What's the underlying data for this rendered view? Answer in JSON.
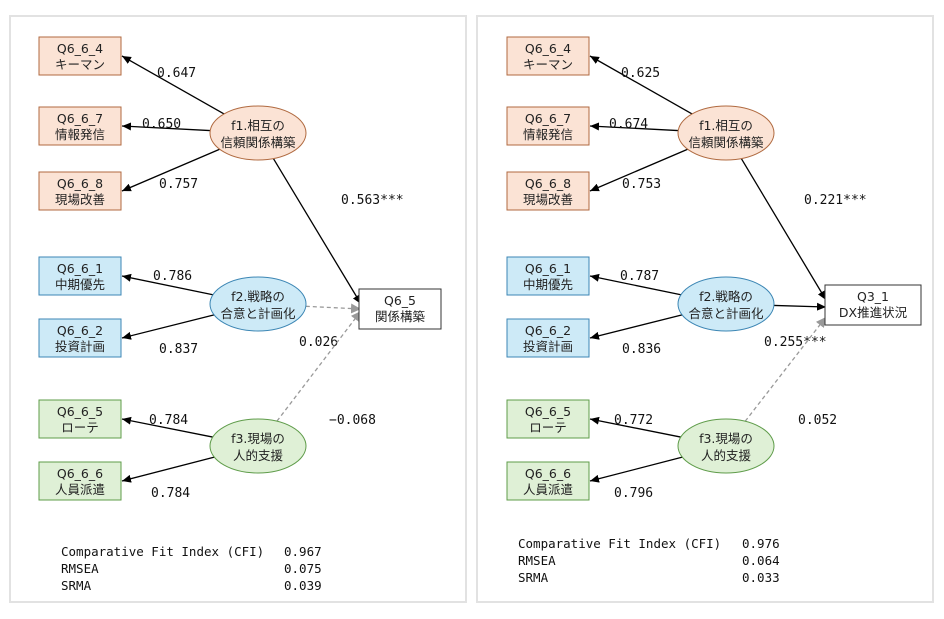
{
  "colors": {
    "f1_fill": "#fbe3d5",
    "f1_stroke": "#b06a40",
    "f2_fill": "#cdeaf7",
    "f2_stroke": "#3c86b4",
    "f3_fill": "#dff0d6",
    "f3_stroke": "#5f9c4a",
    "outcome_fill": "#ffffff",
    "outcome_stroke": "#333333",
    "solid_path": "#000000",
    "dashed_path": "#999999"
  },
  "panels": [
    {
      "factors": [
        {
          "label1": "f1.相互の",
          "label2": "信頼関係構築"
        },
        {
          "label1": "f2.戦略の",
          "label2": "合意と計画化"
        },
        {
          "label1": "f3.現場の",
          "label2": "人的支援"
        }
      ],
      "indicators": [
        {
          "code": "Q6_6_4",
          "label": "キーマン",
          "loading": "0.647"
        },
        {
          "code": "Q6_6_7",
          "label": "情報発信",
          "loading": "0.650"
        },
        {
          "code": "Q6_6_8",
          "label": "現場改善",
          "loading": "0.757"
        },
        {
          "code": "Q6_6_1",
          "label": "中期優先",
          "loading": "0.786"
        },
        {
          "code": "Q6_6_2",
          "label": "投資計画",
          "loading": "0.837"
        },
        {
          "code": "Q6_6_5",
          "label": "ローテ",
          "loading": "0.784"
        },
        {
          "code": "Q6_6_6",
          "label": "人員派遣",
          "loading": "0.784"
        }
      ],
      "outcome": {
        "code": "Q6_5",
        "label": "関係構築"
      },
      "paths": [
        {
          "coef": "0.563***",
          "significant": true
        },
        {
          "coef": "0.026",
          "significant": false
        },
        {
          "coef": "−0.068",
          "significant": false
        }
      ],
      "fit": [
        {
          "name": "Comparative Fit Index (CFI)",
          "value": "0.967"
        },
        {
          "name": "RMSEA",
          "value": "0.075"
        },
        {
          "name": "SRMA",
          "value": "0.039"
        }
      ]
    },
    {
      "factors": [
        {
          "label1": "f1.相互の",
          "label2": "信頼関係構築"
        },
        {
          "label1": "f2.戦略の",
          "label2": "合意と計画化"
        },
        {
          "label1": "f3.現場の",
          "label2": "人的支援"
        }
      ],
      "indicators": [
        {
          "code": "Q6_6_4",
          "label": "キーマン",
          "loading": "0.625"
        },
        {
          "code": "Q6_6_7",
          "label": "情報発信",
          "loading": "0.674"
        },
        {
          "code": "Q6_6_8",
          "label": "現場改善",
          "loading": "0.753"
        },
        {
          "code": "Q6_6_1",
          "label": "中期優先",
          "loading": "0.787"
        },
        {
          "code": "Q6_6_2",
          "label": "投資計画",
          "loading": "0.836"
        },
        {
          "code": "Q6_6_5",
          "label": "ローテ",
          "loading": "0.772"
        },
        {
          "code": "Q6_6_6",
          "label": "人員派遣",
          "loading": "0.796"
        }
      ],
      "outcome": {
        "code": "Q3_1",
        "label": "DX推進状況"
      },
      "paths": [
        {
          "coef": "0.221***",
          "significant": true
        },
        {
          "coef": "0.255***",
          "significant": true
        },
        {
          "coef": "0.052",
          "significant": false
        }
      ],
      "fit": [
        {
          "name": "Comparative Fit Index (CFI)",
          "value": "0.976"
        },
        {
          "name": "RMSEA",
          "value": "0.064"
        },
        {
          "name": "SRMA",
          "value": "0.033"
        }
      ]
    }
  ]
}
